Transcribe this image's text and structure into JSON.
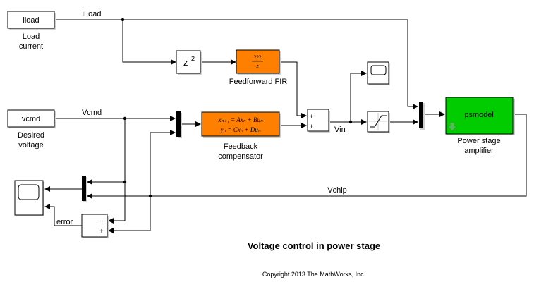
{
  "diagram": {
    "title": "Voltage control in power stage",
    "copyright": "Copyright 2013 The MathWorks, Inc.",
    "colors": {
      "subsystem_orange": "#ff7f00",
      "psmodel_green": "#00cc00",
      "line": "#000000"
    },
    "blocks": {
      "iload": {
        "text": "iload",
        "caption_line1": "Load",
        "caption_line2": "current"
      },
      "vcmd": {
        "text": "vcmd",
        "caption_line1": "Desired",
        "caption_line2": "voltage"
      },
      "delay": {
        "base": "z",
        "exponent": "-2"
      },
      "fir": {
        "numerator": "???",
        "denominator": "z",
        "caption": "Feedforward FIR"
      },
      "compensator": {
        "eq1": "xₙ₊₁ = Axₙ + Buₙ",
        "eq2": "yₙ = Cxₙ + Duₙ",
        "caption_line1": "Feedback",
        "caption_line2": "compensator"
      },
      "sum_top": {
        "sign1": "+",
        "sign2": "+"
      },
      "sum_error": {
        "sign1": "−",
        "sign2": "+"
      },
      "psmodel": {
        "text": "psmodel",
        "caption_line1": "Power stage",
        "caption_line2": "amplifier"
      }
    },
    "signals": {
      "iload": "iLoad",
      "vcmd": "Vcmd",
      "vin": "Vin",
      "vchip": "Vchip",
      "error": "error"
    }
  }
}
